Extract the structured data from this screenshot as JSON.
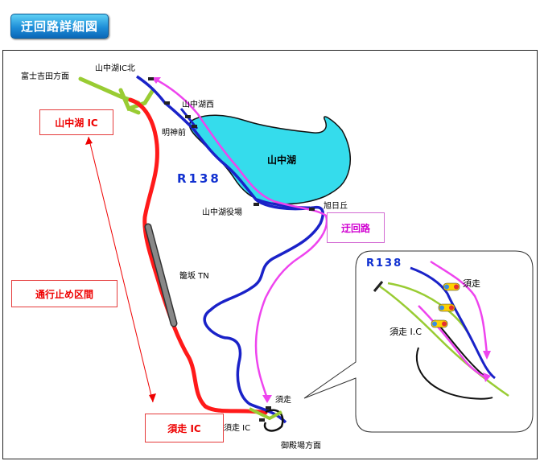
{
  "title": "迂回路詳細図",
  "labels": {
    "fujiyoshida": "富士吉田方面",
    "yamanakako_ic_north": "山中湖IC北",
    "yamanakako_nishi": "山中湖西",
    "myojinmae": "明神前",
    "yamanakako_lake": "山中湖",
    "r138": "R138",
    "yamanakako_yakuba": "山中湖役場",
    "asahigaoka": "旭日丘",
    "kagosaka_tn": "籠坂 TN",
    "subashiri": "須走",
    "subashiri_ic_small": "須走 IC",
    "gotemba": "御殿場方面",
    "inset_r138": "R138",
    "inset_subashiri": "須走",
    "inset_subashiri_ic": "須走 I.C"
  },
  "boxes": {
    "yamanakako_ic": "山中湖 IC",
    "closed_section": "通行止め区間",
    "subashiri_ic": "須走 IC",
    "detour": "迂回路"
  },
  "colors": {
    "closed_road": "#ff1a1a",
    "r138_road": "#1a22c8",
    "detour_route": "#ee44ee",
    "expressway": "#99cc33",
    "lake": "#33ddee",
    "tunnel": "#777777"
  }
}
